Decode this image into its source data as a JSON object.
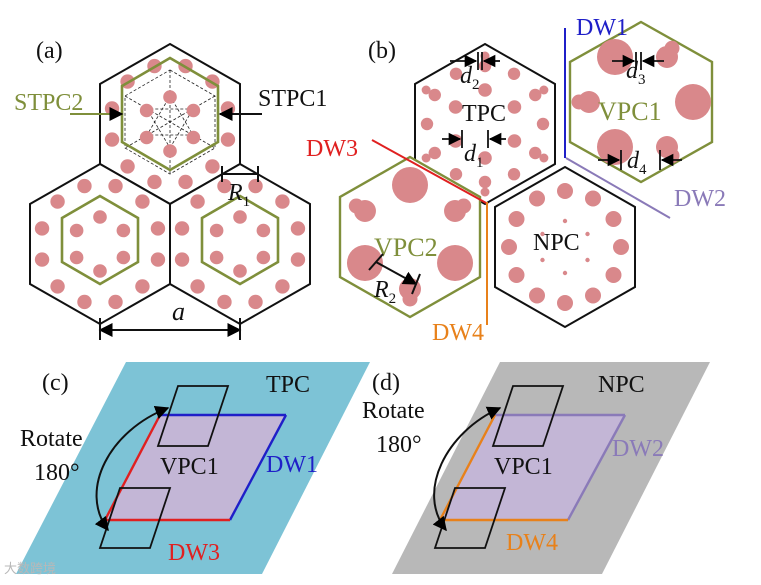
{
  "panels": {
    "a": {
      "tag": "(a)",
      "stpc2": "STPC2",
      "stpc1": "STPC1",
      "r1": "R",
      "r1_sub": "1",
      "a": "a"
    },
    "b": {
      "tag": "(b)",
      "dw1": "DW1",
      "dw2": "DW2",
      "dw3": "DW3",
      "dw4": "DW4",
      "d1": "d",
      "d1_sub": "1",
      "d2": "d",
      "d2_sub": "2",
      "d3": "d",
      "d3_sub": "3",
      "d4": "d",
      "d4_sub": "4",
      "tpc": "TPC",
      "vpc1": "VPC1",
      "vpc2": "VPC2",
      "npc": "NPC",
      "r2": "R",
      "r2_sub": "2"
    },
    "c": {
      "tag": "(c)",
      "tpc": "TPC",
      "rotate": "Rotate",
      "angle": "180°",
      "vpc1": "VPC1",
      "dw1": "DW1",
      "dw3": "DW3"
    },
    "d": {
      "tag": "(d)",
      "npc": "NPC",
      "rotate": "Rotate",
      "angle": "180°",
      "vpc1": "VPC1",
      "dw2": "DW2",
      "dw4": "DW4"
    }
  },
  "colors": {
    "hole": "#d9888b",
    "hex_outline": "#111111",
    "stpc_green": "#7f8f3b",
    "dw1_blue": "#1f1fc8",
    "dw2_purple": "#8a7ab8",
    "dw3_red": "#e02020",
    "dw4_orange": "#e8811a",
    "panel_c_bg": "#7dc3d6",
    "panel_d_bg": "#b8b8b8",
    "vpc1_region": "#c3b6d6"
  },
  "watermark": "大数跨境"
}
